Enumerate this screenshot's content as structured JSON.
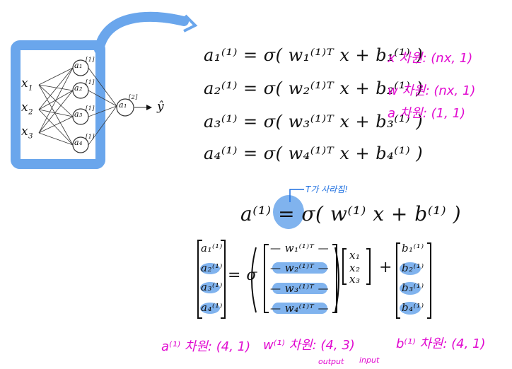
{
  "network": {
    "inputs": [
      "x",
      "x",
      "x"
    ],
    "input_subs": [
      "1",
      "2",
      "3"
    ],
    "hidden": [
      "a₁",
      "a₂",
      "a₃",
      "a₄"
    ],
    "hidden_sup": "[1]",
    "output": "a₁",
    "output_sup": "[2]",
    "prediction": "ŷ"
  },
  "equations": [
    "a₁⁽¹⁾ = σ( w₁⁽¹⁾ᵀ x + b₁⁽¹⁾ )",
    "a₂⁽¹⁾ = σ( w₂⁽¹⁾ᵀ x + b₂⁽¹⁾ )",
    "a₃⁽¹⁾ = σ( w₃⁽¹⁾ᵀ x + b₃⁽¹⁾ )",
    "a₄⁽¹⁾ = σ( w₄⁽¹⁾ᵀ x + b₄⁽¹⁾ )"
  ],
  "dimension_notes": [
    "x 차원: (nx, 1)",
    "w 차원: (nx, 1)",
    "a 차원: (1, 1)"
  ],
  "transpose_note": "T가 사라짐!",
  "vectorized_equation": "a⁽¹⁾ = σ( w⁽¹⁾ x + b⁽¹⁾ )",
  "matrix": {
    "a_column": [
      "a₁⁽¹⁾",
      "a₂⁽¹⁾",
      "a₃⁽¹⁾",
      "a₄⁽¹⁾"
    ],
    "w_rows": [
      "— w₁⁽¹⁾ᵀ —",
      "— w₂⁽¹⁾ᵀ —",
      "— w₃⁽¹⁾ᵀ —",
      "— w₄⁽¹⁾ᵀ —"
    ],
    "x_column": [
      "x₁",
      "x₂",
      "x₃"
    ],
    "b_column": [
      "b₁⁽¹⁾",
      "b₂⁽¹⁾",
      "b₃⁽¹⁾",
      "b₄⁽¹⁾"
    ],
    "equals": "= σ",
    "plus": "+"
  },
  "shape_notes": {
    "a_shape": "a⁽¹⁾ 차원: (4, 1)",
    "w_shape": "w⁽¹⁾ 차원: (4, 3)",
    "b_shape": "b⁽¹⁾ 차원: (4, 1)",
    "output_label": "output",
    "input_label": "input"
  },
  "colors": {
    "highlight_blue": "#6aa6ec",
    "annotation_pink": "#e10bd0",
    "annotation_blue": "#1d6fe0",
    "ink": "#111111"
  }
}
